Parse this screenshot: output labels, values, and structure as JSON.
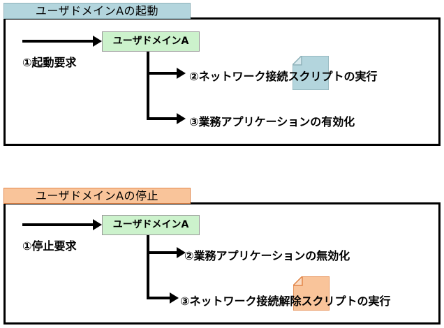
{
  "diagrams": [
    {
      "id": "start",
      "title": "ユーザドメインAの起動",
      "title_bg": "#b3d5dd",
      "domain_box": "ユーザドメインA",
      "domain_box_bg": "#ccf2cc",
      "request_label": "①起動要求",
      "steps": [
        {
          "label": "②ネットワーク接続スクリプトの実行",
          "icon": "script-document-icon",
          "icon_color": "#b3d5dd"
        },
        {
          "label": "③業務アプリケーションの有効化",
          "icon": "",
          "icon_color": ""
        }
      ]
    },
    {
      "id": "stop",
      "title": "ユーザドメインAの停止",
      "title_bg": "#f9c49a",
      "domain_box": "ユーザドメインA",
      "domain_box_bg": "#ccf2cc",
      "request_label": "①停止要求",
      "steps": [
        {
          "label": "②業務アプリケーションの無効化",
          "icon": "",
          "icon_color": ""
        },
        {
          "label": "③ネットワーク接続解除スクリプトの実行",
          "icon": "script-document-icon",
          "icon_color": "#f9c49a"
        }
      ]
    }
  ]
}
